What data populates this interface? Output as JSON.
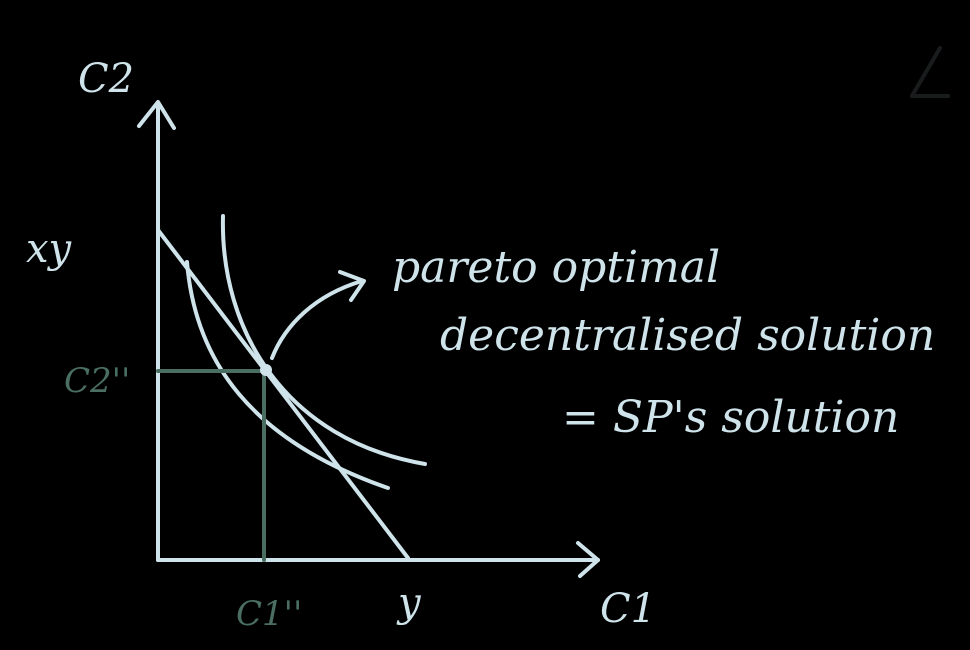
{
  "colors": {
    "background": "#000000",
    "ink": "#cfe3ea",
    "highlight": "#4a6e62"
  },
  "axes": {
    "y_label": "C2",
    "x_label": "C1"
  },
  "ticks": {
    "y_intercept_label": "xy",
    "x_intercept_label": "y",
    "y_optimum_label": "C2''",
    "x_optimum_label": "C1''"
  },
  "annotation": {
    "line1": "pareto optimal",
    "line2": "decentralised solution",
    "line3": "= SP's solution"
  },
  "icons": {
    "corner_mark": "pencil-mark-icon"
  }
}
